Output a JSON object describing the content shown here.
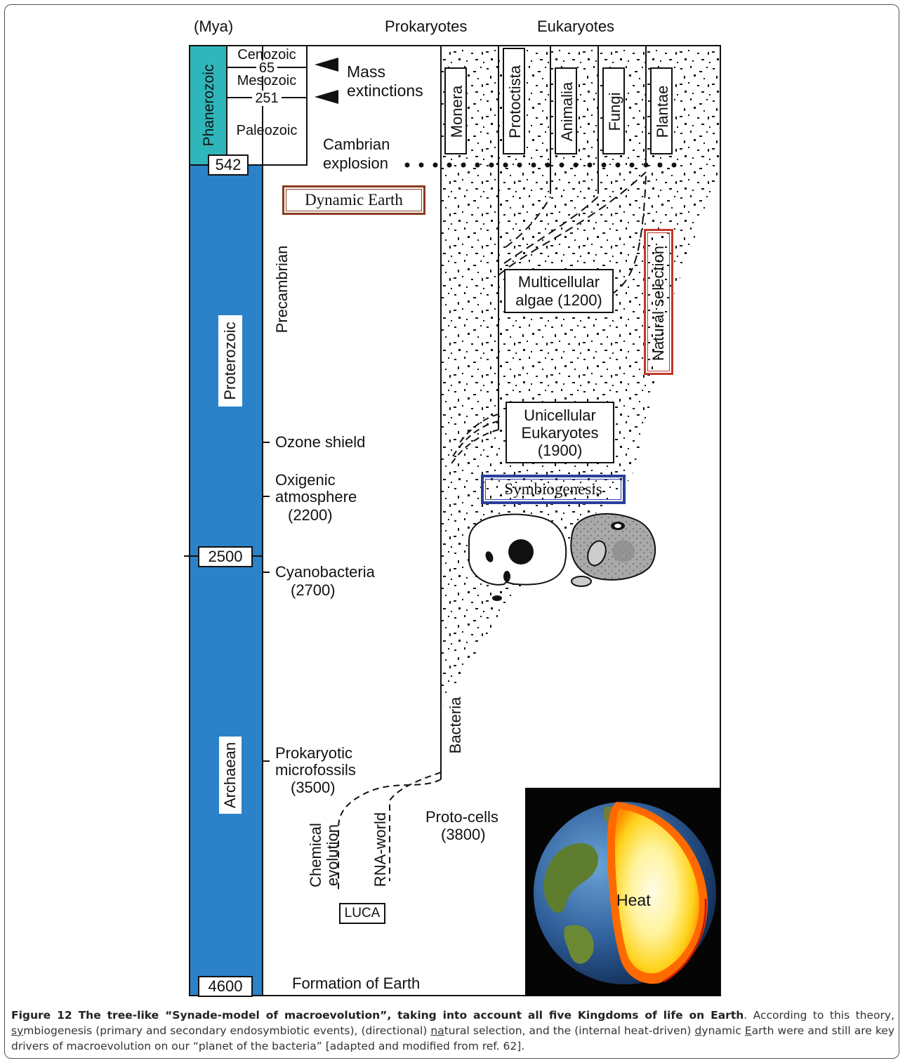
{
  "header": {
    "mya": "(Mya)",
    "prokaryotes": "Prokaryotes",
    "eukaryotes": "Eukaryotes"
  },
  "eons": {
    "phanerozoic": "Phanerozoic",
    "proterozoic": "Proterozoic",
    "archaean": "Archaean"
  },
  "eras": {
    "cenozoic": "Cenozoic",
    "mesozoic": "Mesozoic",
    "paleozoic": "Paleozoic",
    "b65": "65",
    "b251": "251"
  },
  "ages": {
    "a542": "542",
    "a2500": "2500",
    "a4600": "4600"
  },
  "events": {
    "mass_line1": "Mass",
    "mass_line2": "extinctions",
    "cambrian_line1": "Cambrian",
    "cambrian_line2": "explosion",
    "precambrian": "Precambrian",
    "ozone": "Ozone shield",
    "oxi_line1": "Oxigenic",
    "oxi_line2": "atmosphere",
    "oxi_line3": "(2200)",
    "cyano_line1": "Cyanobacteria",
    "cyano_line2": "(2700)",
    "micro_line1": "Prokaryotic",
    "micro_line2": "microfossils",
    "micro_line3": "(3500)",
    "formation": "Formation of Earth"
  },
  "kingdoms": [
    "Monera",
    "Protoctista",
    "Animalia",
    "Fungi",
    "Plantae"
  ],
  "labels": {
    "dynamic_earth": "Dynamic Earth",
    "natural_selection": "Natural selection",
    "symbiogenesis": "Symbiogenesis",
    "multi_line1": "Multicellular",
    "multi_line2": "algae (1200)",
    "uni_line1": "Unicellular",
    "uni_line2": "Eukaryotes",
    "uni_line3": "(1900)",
    "bacteria": "Bacteria",
    "chem_line1": "Chemical",
    "chem_line2": "evolution",
    "rna": "RNA-world",
    "luca": "LUCA",
    "proto_line1": "Proto-cells",
    "proto_line2": "(3800)",
    "heat": "Heat"
  },
  "colors": {
    "blue": "#2b82c9",
    "teal": "#2fb6ba",
    "brown": "#8a3b22",
    "red": "#c0392b",
    "navy": "#2a3f9d"
  },
  "caption": {
    "label": "Figure 12",
    "title": " The tree-like “Synade-model of macroevolution”, taking into account all five Kingdoms of life on Earth",
    "t1": ". According to this theory, ",
    "u1": "sy",
    "t2": "mbiogenesis (primary and secondary endosymbiotic events), (directional) ",
    "u2": "na",
    "t3": "tural selection, and the (internal heat-driven) ",
    "u3": "d",
    "t4": "ynamic ",
    "u4": "E",
    "t5": "arth were and still are key drivers of macroevolution on our “planet of the bacteria” [adapted and modified from ref. 62]."
  }
}
